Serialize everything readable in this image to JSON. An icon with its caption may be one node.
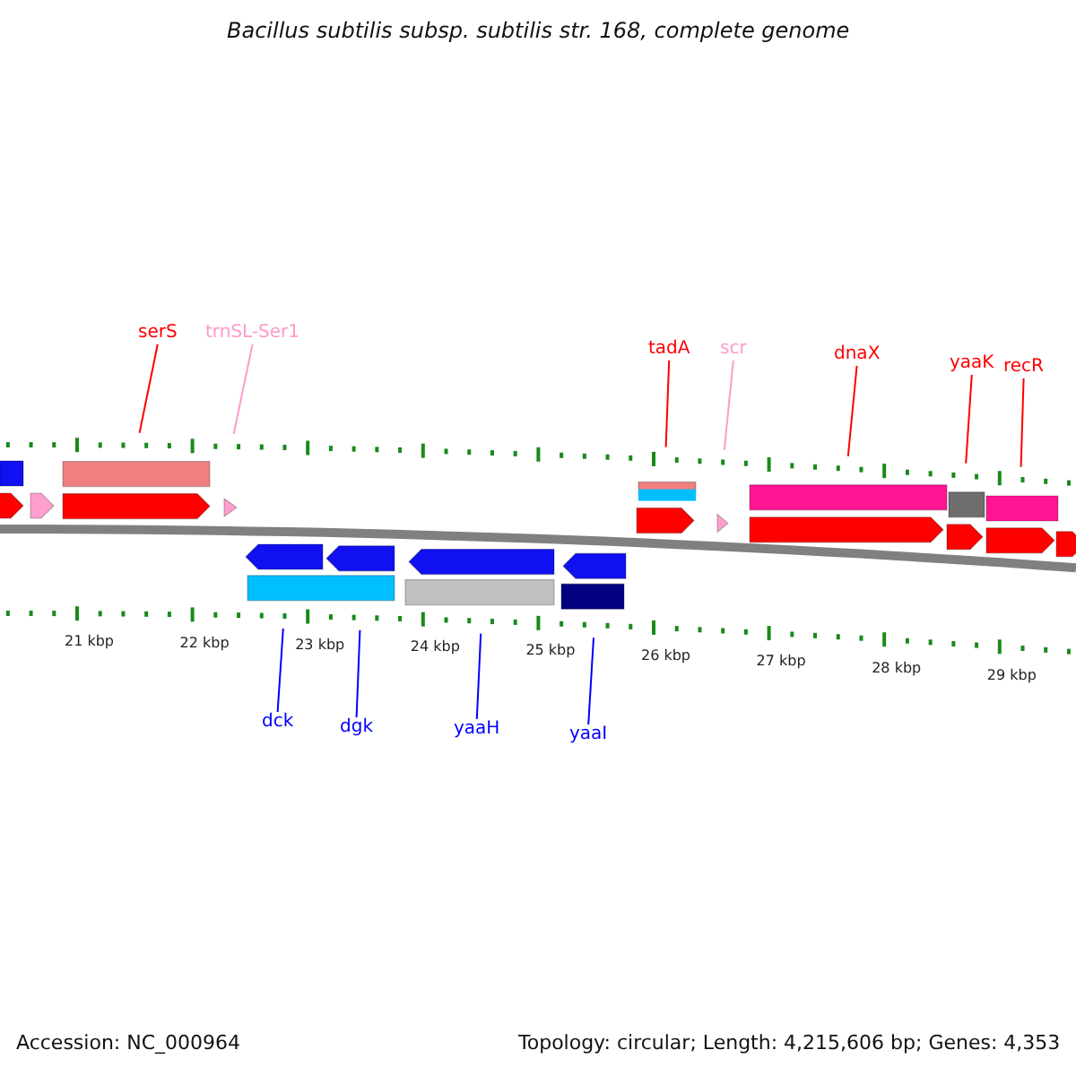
{
  "diagram": {
    "title": "Bacillus subtilis subsp. subtilis str. 168, complete genome",
    "nodes": [
      {
        "text": [
          "serS"
        ]
      },
      {
        "text": [
          "trnSL-Ser1"
        ]
      },
      {
        "text": [
          "tadA"
        ]
      },
      {
        "text": [
          "scr"
        ]
      },
      {
        "text": [
          "dnaX"
        ]
      },
      {
        "text": [
          "yaaK"
        ]
      },
      {
        "text": [
          "recR"
        ]
      },
      {
        "text": [
          "dck"
        ]
      },
      {
        "text": [
          "dgk"
        ]
      },
      {
        "text": [
          "yaaH"
        ]
      },
      {
        "text": [
          "yaaI"
        ]
      }
    ],
    "edges": [
      {
        "from": 0,
        "to": null,
        "arrow": "none"
      },
      {
        "from": 1,
        "to": null,
        "arrow": "none",
        "color": "#ff99cc"
      },
      {
        "from": 2,
        "to": null,
        "arrow": "none"
      },
      {
        "from": 3,
        "to": null,
        "arrow": "none",
        "color": "#ff99cc"
      },
      {
        "from": 4,
        "to": null,
        "arrow": "none"
      },
      {
        "from": 5,
        "to": null,
        "arrow": "none"
      },
      {
        "from": 6,
        "to": null,
        "arrow": "none"
      },
      {
        "from": 7,
        "to": null,
        "arrow": "none",
        "color": "#0000ff"
      },
      {
        "from": 8,
        "to": null,
        "arrow": "none",
        "color": "#0000ff"
      },
      {
        "from": 9,
        "to": null,
        "arrow": "none",
        "color": "#0000ff"
      },
      {
        "from": 10,
        "to": null,
        "arrow": "none",
        "color": "#0000ff"
      }
    ],
    "labels": [
      "21 kbp",
      "22 kbp",
      "23 kbp",
      "24 kbp",
      "25 kbp",
      "26 kbp",
      "27 kbp",
      "28 kbp",
      "29 kbp",
      "Accession: NC_000964",
      "Topology: circular; Length: 4,215,606 bp; Genes: 4,353"
    ]
  }
}
